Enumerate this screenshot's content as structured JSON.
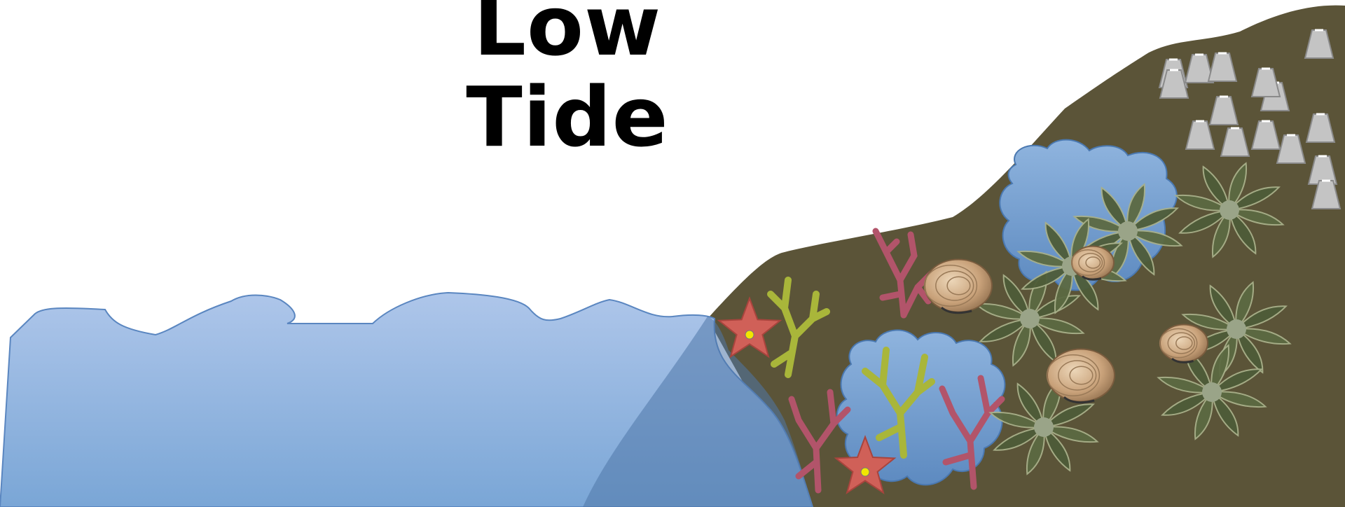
{
  "title": "Low Tide",
  "colors": {
    "water_top": "#aec6ea",
    "water_bottom": "#7aa6d6",
    "water_outline": "#5a86c0",
    "rock": "#5b5438",
    "pool": "#6f9acb",
    "seastar": "#d06058",
    "seastar_center": "#f2e600",
    "barnacle": "#c4c4c4",
    "green_algae": "#a9b63a",
    "red_algae": "#b2546a",
    "seaweed": "#5c6a42",
    "snail_shell": "#c9a27a"
  },
  "organisms": {
    "seastars": 2,
    "barnacles": 15,
    "snails": 4,
    "seaweed_clumps": 7,
    "green_algae_sprigs": 2,
    "red_algae_sprigs": 3,
    "tide_pools": 2
  }
}
